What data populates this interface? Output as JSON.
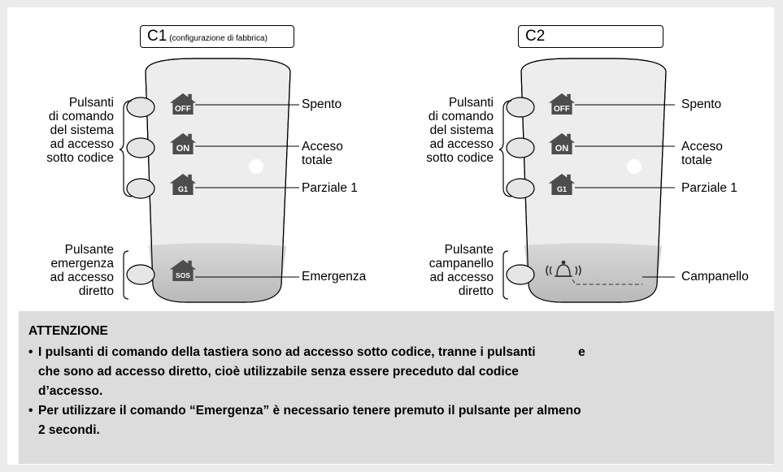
{
  "diagrams": [
    {
      "code_main": "C1",
      "code_sub": "(configurazione di fabbrica)",
      "left_group_top": [
        "Pulsanti",
        "di comando",
        "del sistema",
        "ad accesso",
        "sotto codice"
      ],
      "left_group_bottom": [
        "Pulsante",
        "emergenza",
        "ad accesso",
        "diretto"
      ],
      "right_labels": {
        "off": "Spento",
        "on": [
          "Acceso",
          "totale"
        ],
        "partial": "Parziale 1",
        "bottom": "Emergenza"
      },
      "icons": [
        "house-off-icon",
        "house-on-icon",
        "house-g1-icon",
        "house-sos-icon"
      ]
    },
    {
      "code_main": "C2",
      "code_sub": "",
      "left_group_top": [
        "Pulsanti",
        "di comando",
        "del sistema",
        "ad accesso",
        "sotto codice"
      ],
      "left_group_bottom": [
        "Pulsante",
        "campanello",
        "ad accesso",
        "diretto"
      ],
      "right_labels": {
        "off": "Spento",
        "on": [
          "Acceso",
          "totale"
        ],
        "partial": "Parziale 1",
        "bottom": "Campanello"
      },
      "icons": [
        "house-off-icon",
        "house-on-icon",
        "house-g1-icon",
        "bell-icon"
      ]
    }
  ],
  "icon_text": {
    "off": "OFF",
    "on": "ON",
    "g1": "G1",
    "sos": "SOS"
  },
  "note": {
    "title": "ATTENZIONE",
    "bullet_mark": "•",
    "bullet1_part1": "I pulsanti di comando della tastiera sono ad accesso sotto codice, tranne i pulsanti",
    "bullet1_and": "e",
    "bullet1_part2": "che sono ad accesso diretto, cioè utilizzabile senza essere preceduto dal codice",
    "bullet1_part3": "d’accesso.",
    "bullet2_part1": "Per utilizzare il comando “Emergenza” è necessario tenere premuto il pulsante per almeno",
    "bullet2_part2": "2 secondi."
  },
  "colors": {
    "panel": "#ededed",
    "panel_bottom": "#bcbcbc",
    "button": "#e6e6e6",
    "note_bg": "#dcdcdc",
    "icon": "#4d4d4d"
  }
}
